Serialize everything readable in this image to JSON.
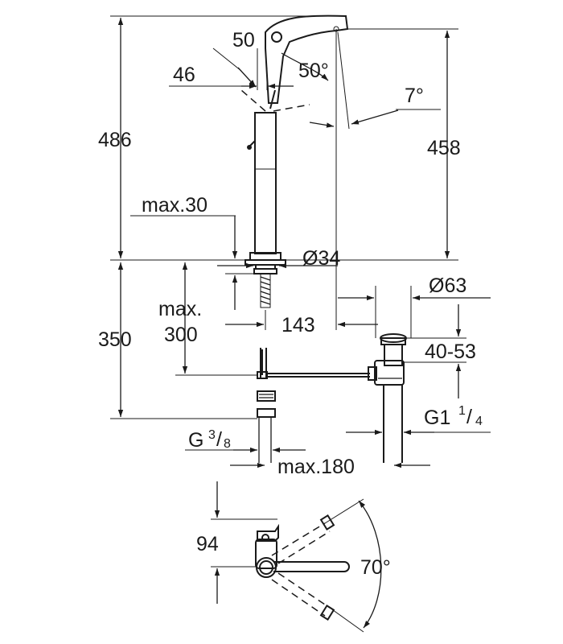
{
  "dimensions": {
    "height_total": "486",
    "height_spout": "458",
    "spout_angle_a": "50",
    "spout_angle_b": "50°",
    "offset_46": "46",
    "tilt_angle": "7°",
    "counter_max": "max.30",
    "diameter_body": "Ø34",
    "diameter_waste": "Ø63",
    "spout_reach": "143",
    "below_max_label": "max.",
    "below_max_value": "300",
    "under_height": "350",
    "waste_range": "40-53",
    "supply_thread_main": "G",
    "supply_thread_num": "3",
    "supply_thread_den": "8",
    "waste_thread_main": "G1",
    "waste_thread_num": "1",
    "waste_thread_den": "4",
    "max_180": "max.180",
    "top_depth": "94",
    "swivel_angle": "70°"
  },
  "colors": {
    "line": "#1a1a1a",
    "background": "#ffffff"
  }
}
